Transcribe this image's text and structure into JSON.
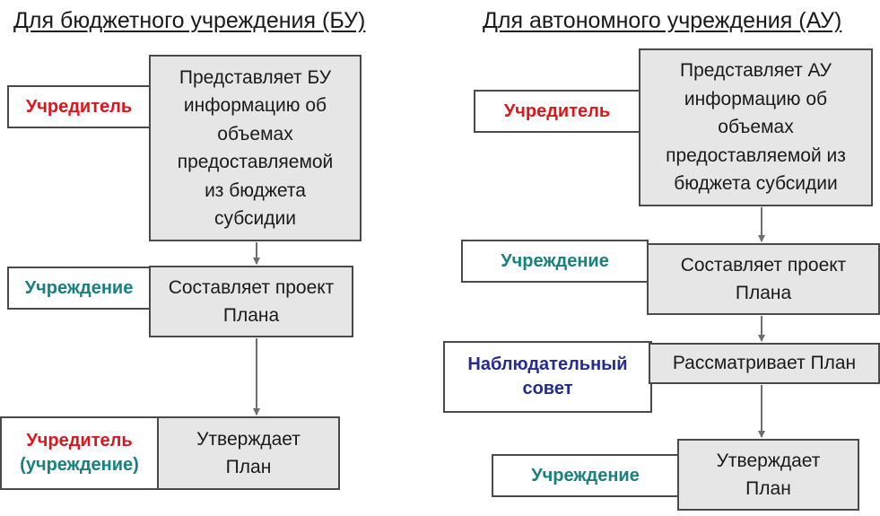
{
  "left": {
    "title": "Для бюджетного учреждения (БУ)",
    "labels": {
      "founder": "Учредитель",
      "institution": "Учреждение",
      "founder_institution_line1": "Учредитель",
      "founder_institution_line2": "(учреждение)"
    },
    "actions": {
      "presents": "Представляет БУ\nинформацию об\nобъемах\nпредоставляемой\nиз бюджета\nсубсидии",
      "drafts": "Составляет проект\nПлана",
      "approves": "Утверждает\nПлан"
    }
  },
  "right": {
    "title": "Для автономного учреждения (АУ)",
    "labels": {
      "founder": "Учредитель",
      "institution": "Учреждение",
      "supervisory_board": "Наблюдательный\nсовет",
      "institution_final": "Учреждение"
    },
    "actions": {
      "presents": "Представляет АУ\nинформацию об\nобъемах\nпредоставляемой из\nбюджета субсидии",
      "drafts": "Составляет проект\nПлана",
      "reviews": "Рассматривает План",
      "approves": "Утверждает\nПлан"
    }
  },
  "colors": {
    "founder": "#e0141b",
    "institution": "#15827f",
    "supervisory_board": "#232a94",
    "action_fill": "#e6e6e6",
    "border": "#4a4a4a"
  }
}
